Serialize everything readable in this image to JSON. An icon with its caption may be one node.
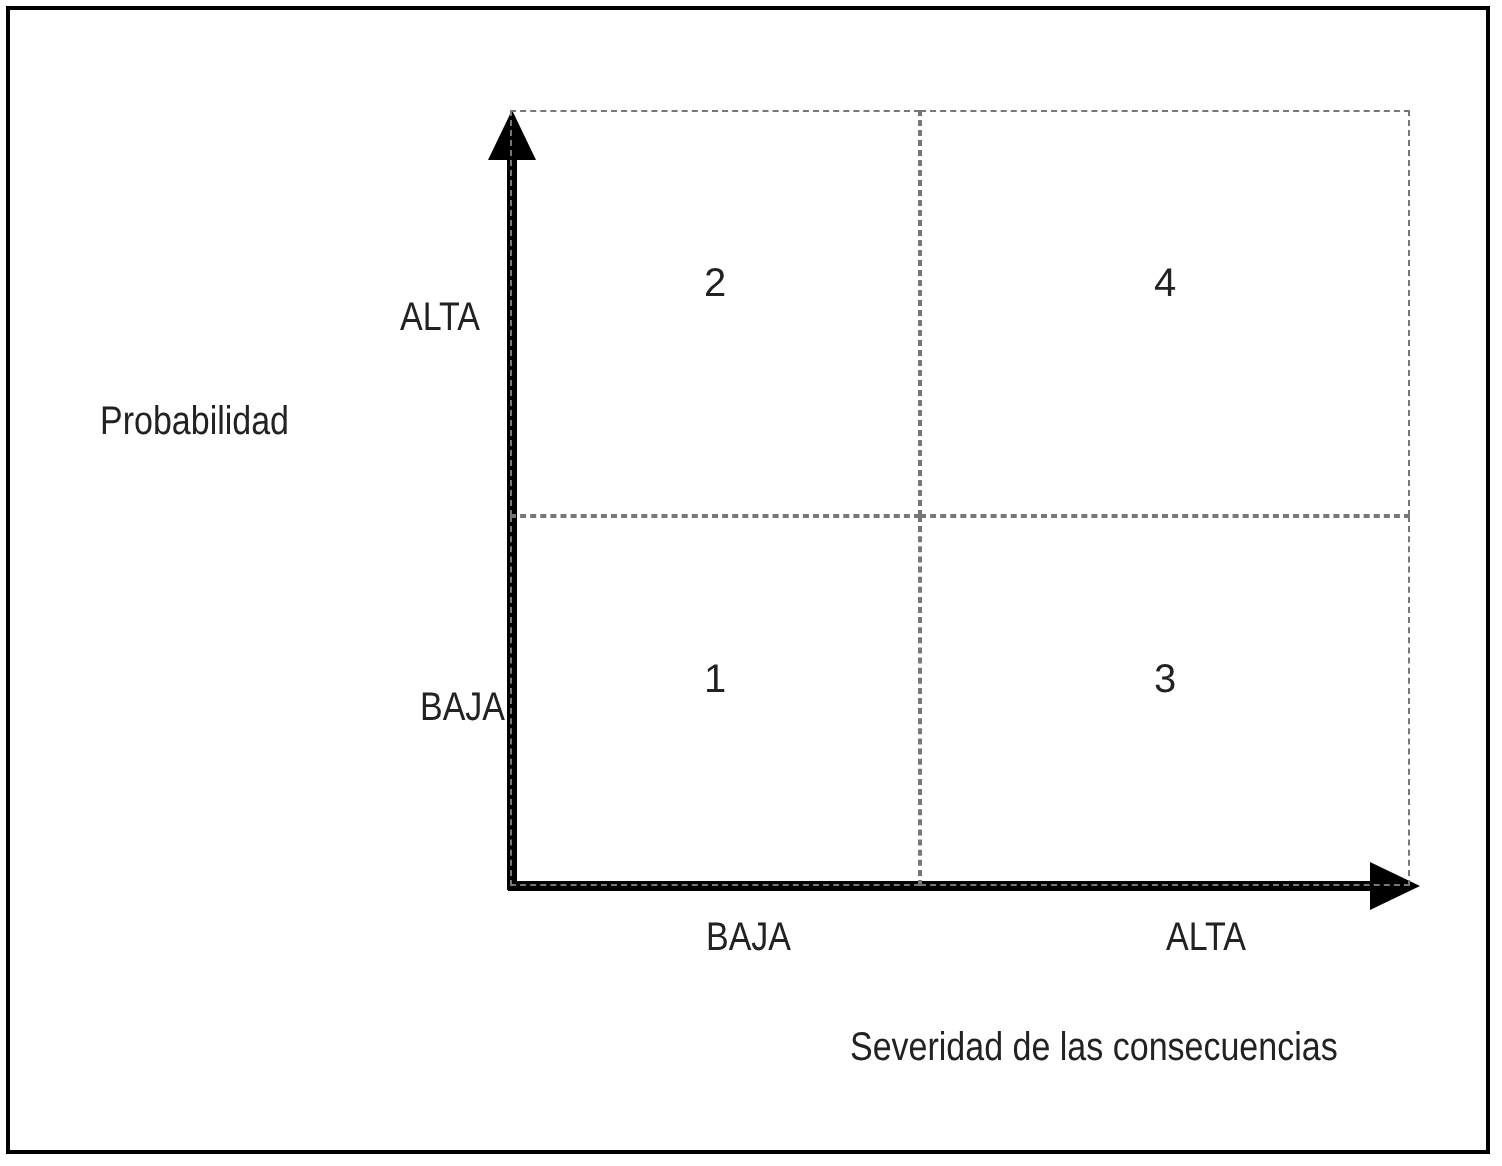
{
  "diagram": {
    "nodes": [
      {
        "text": [
          "2"
        ]
      },
      {
        "text": [
          "4"
        ]
      },
      {
        "text": [
          "1"
        ]
      },
      {
        "text": [
          "3"
        ]
      }
    ],
    "labels": [
      "ALTA",
      "Probabilidad",
      "BAJA",
      "BAJA",
      "ALTA",
      "Severidad de las consecuencias"
    ]
  }
}
